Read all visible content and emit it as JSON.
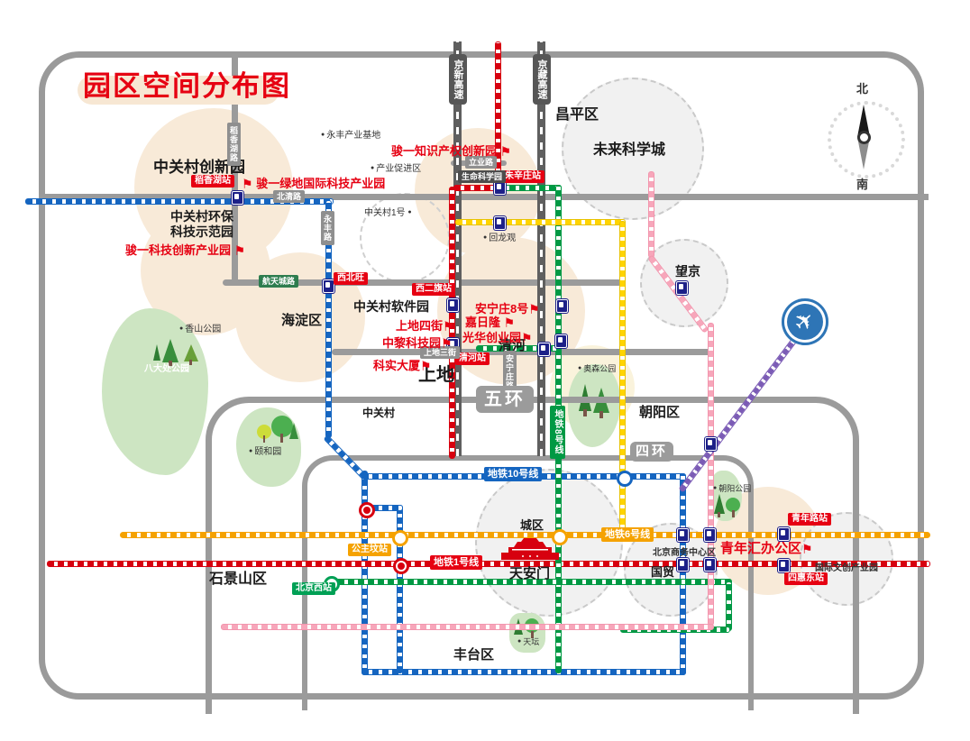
{
  "title": "园区空间分布图",
  "compass": {
    "north": "北",
    "south": "南"
  },
  "icons": {
    "flag": "⚑",
    "plane": "✈",
    "dot": "●"
  },
  "districts": {
    "changping": "昌平区",
    "haidian": "海淀区",
    "chaoyang": "朝阳区",
    "shijingshan": "石景山区",
    "fengtai": "丰台区"
  },
  "areas": {
    "future_science_city": "未来科学城",
    "wangjing": "望京",
    "urban_core": "城区",
    "shangdi": "上地",
    "qinghe": "清河",
    "zhongguancun": "中关村",
    "guomao": "国贸",
    "cbd": "北京商务中心区",
    "intl_cultural_park": "国际文创产业园",
    "tiananmen": "天安门"
  },
  "campuses": {
    "zgc_innovation": "中关村创新园",
    "zgc_env_line1": "中关村环保",
    "zgc_env_line2": "科技示范园",
    "zgc_software": "中关村软件园"
  },
  "flagged_parks": {
    "junyi_greenland": "骏一绿地国际科技产业园",
    "junyi_ip": "骏一知识产权创新园",
    "junyi_tech": "骏一科技创新产业园",
    "anningzhuang8": "安宁庄8号",
    "jiarilong": "嘉日隆",
    "guanghua": "光华创业园",
    "shangdi_4th": "上地四街",
    "zhongli": "中黎科技园",
    "keshi": "科实大厦",
    "qingnianhui": "青年汇办公区"
  },
  "stations": {
    "daoxianghu": "稻香湖站",
    "zhuxinzhuang": "朱辛庄站",
    "xierqi": "西二旗站",
    "qinghe": "清河站",
    "xibeiwang": "西北旺",
    "qingnianlu": "青年路站",
    "sihuidong": "四惠东站",
    "gongzhufen": "公主坟站",
    "beijingxi": "北京西站"
  },
  "metro": {
    "line1": "地铁1号线",
    "line6": "地铁6号线",
    "line8": "地铁8号线",
    "line10": "地铁10号线"
  },
  "roads": {
    "beiqing": "北清路",
    "daoxianghu": "稻香湖路",
    "yongfeng": "永丰路",
    "liye": "立业路",
    "shangdi_3rd": "上地三街",
    "anningzhuang": "安宁庄路",
    "hangtiancheng": "航天城路",
    "ring5": "五环",
    "ring4": "四环",
    "jingxin_expwy": "京新高速",
    "jingzang_expwy": "京藏高速"
  },
  "pois": {
    "yongfeng_base": "永丰产业基地",
    "industry_promotion": "产业促进区",
    "zgc_no1": "中关村1号",
    "huilongguan": "回龙观",
    "life_science_park": "生命科学园",
    "xiangshan": "香山公园",
    "badachu": "八大处公园",
    "yiheyuan": "颐和园",
    "aosen": "奥森公园",
    "chaoyang_park": "朝阳公园",
    "tiantan": "天坛"
  },
  "colors": {
    "accent_red": "#e60012",
    "line_blue": "#1565c0",
    "line_yellow": "#ffd400",
    "line_green": "#009944",
    "line_red": "#d7000f",
    "line_orange": "#f5a200",
    "line_pink": "#f5a3b7",
    "airport_express_purple": "#7b5bb5",
    "metro_icon_navy": "#1d2088",
    "road_gray": "#9b9b9b",
    "campus_halo": "#f8ead8",
    "park_green": "#cde5c2"
  }
}
